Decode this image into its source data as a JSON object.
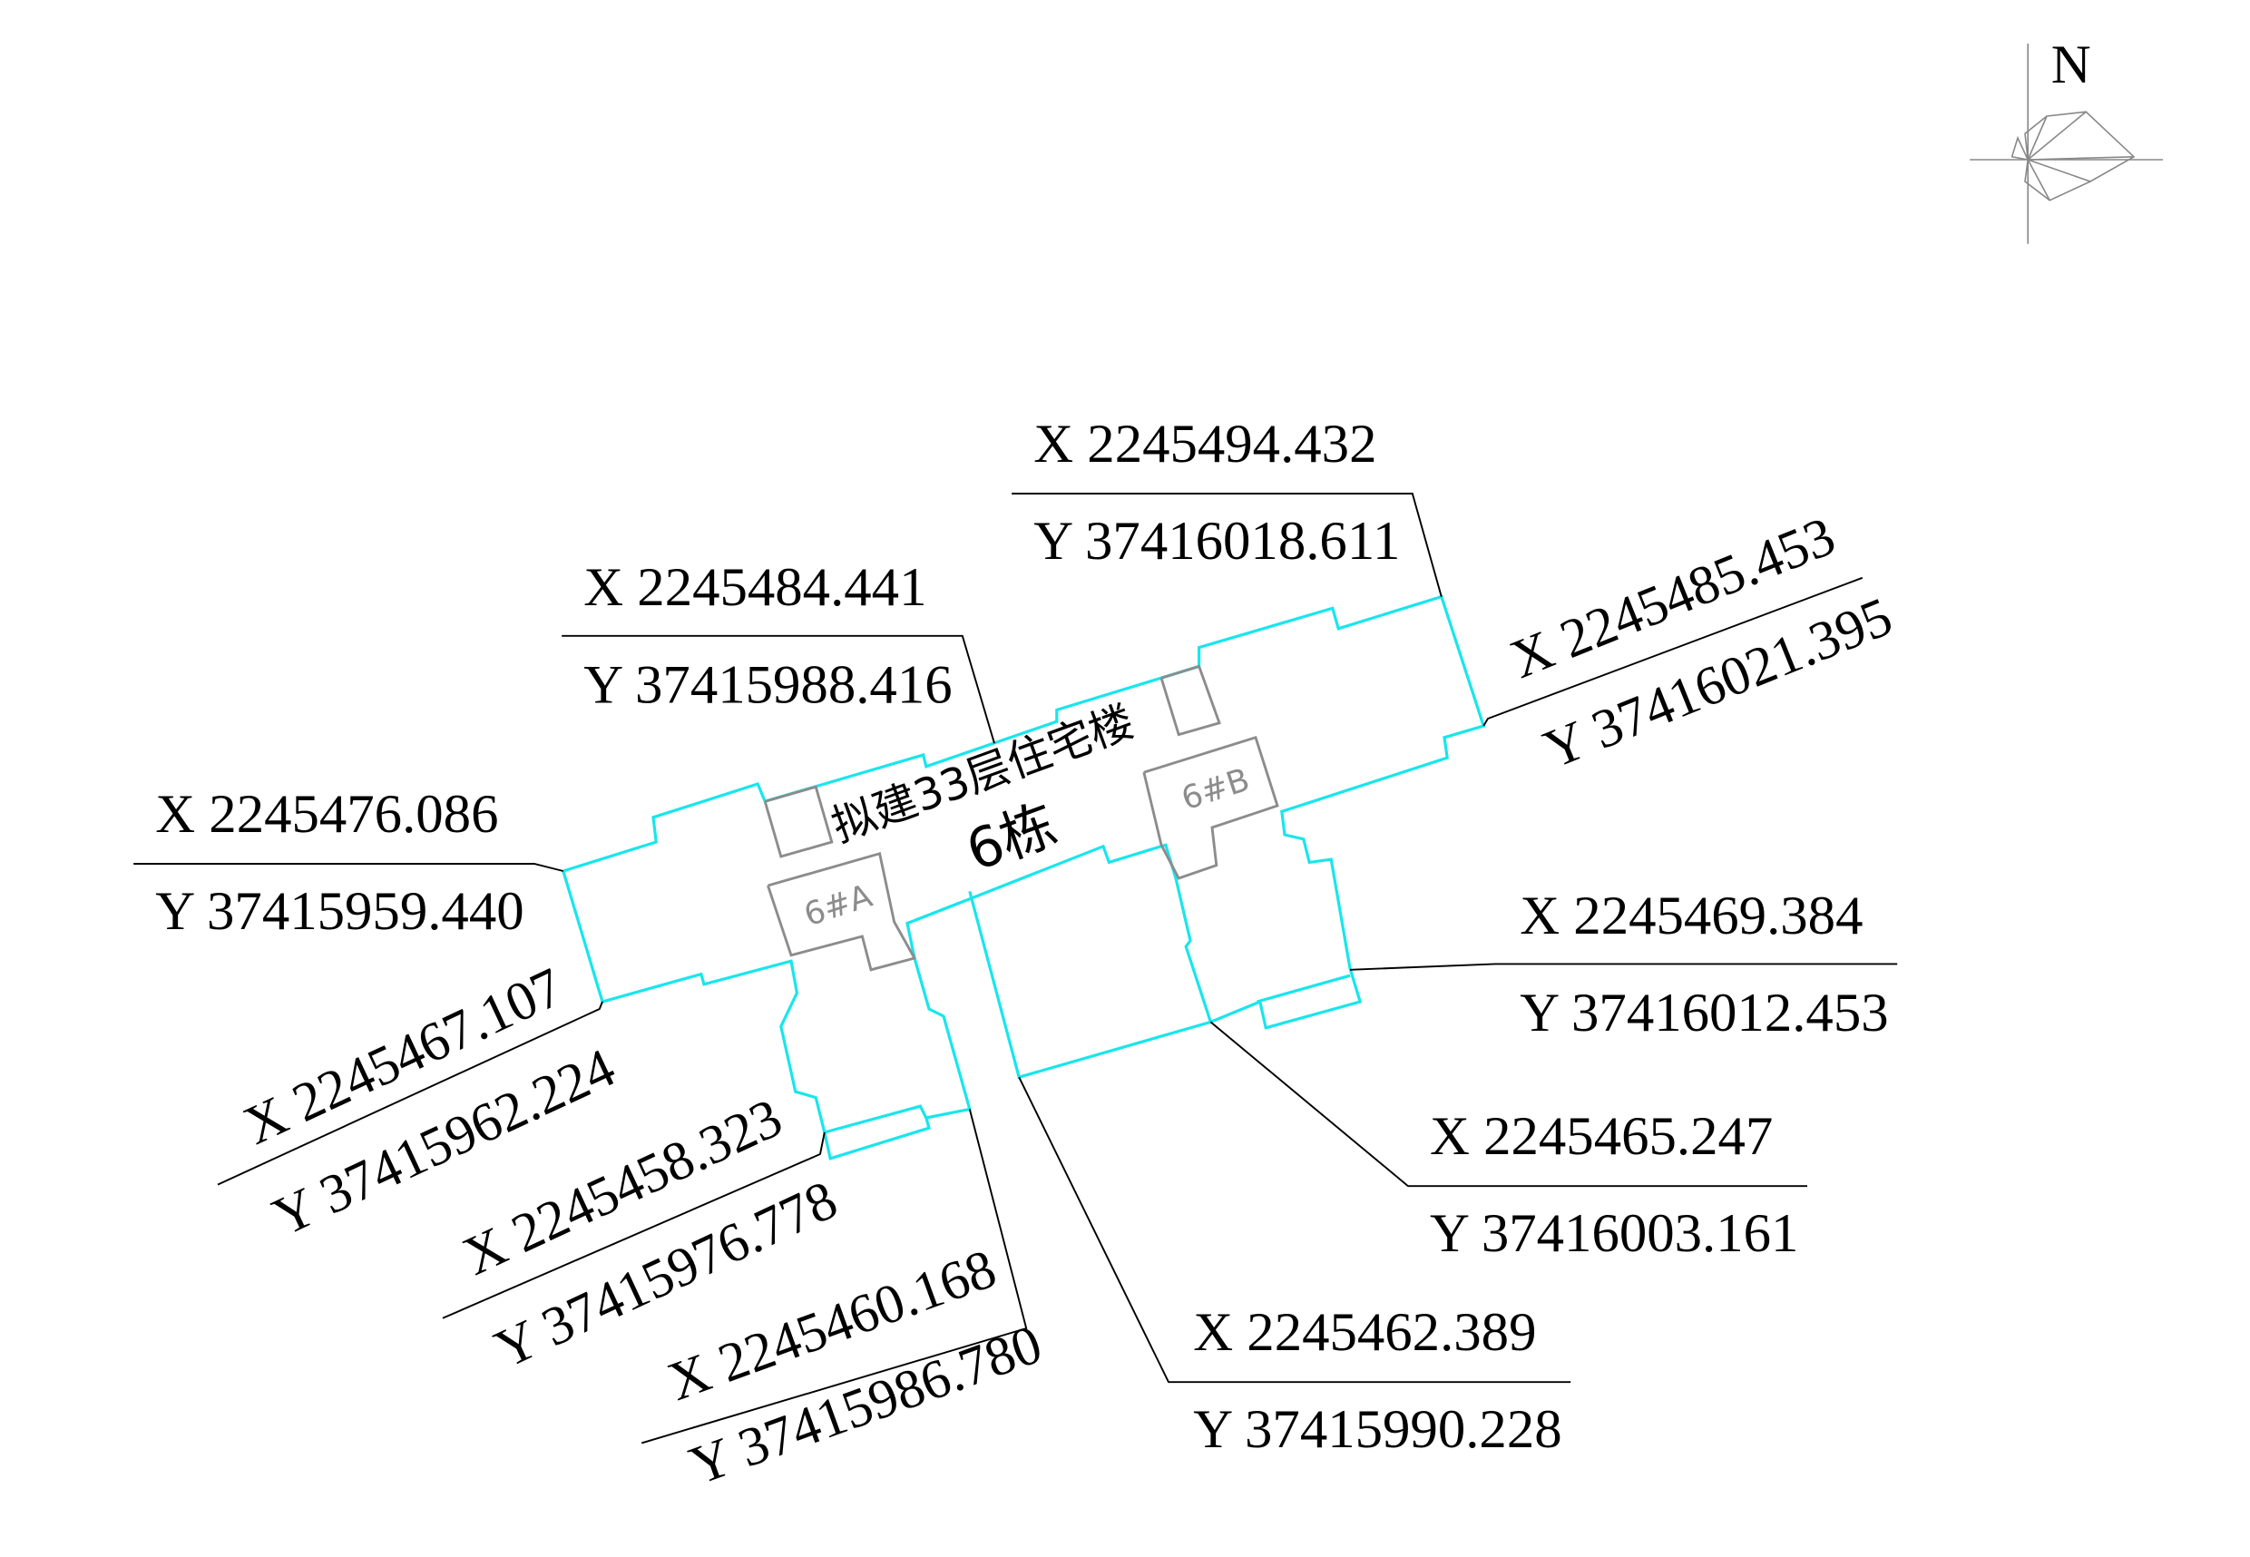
{
  "building": {
    "title": "拟建33层住宅楼",
    "name": "6栋",
    "units": [
      "6#A",
      "6#B"
    ]
  },
  "compass": {
    "north_label": "N"
  },
  "colors": {
    "outline": "#18e6ec",
    "unit_outline": "#8c8c8c",
    "leader": "#000000"
  },
  "points": [
    {
      "x": "X 2245494.432",
      "y": "Y 37416018.611"
    },
    {
      "x": "X 2245484.441",
      "y": "Y 37415988.416"
    },
    {
      "x": "X 2245476.086",
      "y": "Y 37415959.440"
    },
    {
      "x": "X 2245485.453",
      "y": "Y 37416021.395"
    },
    {
      "x": "X 2245469.384",
      "y": "Y 37416012.453"
    },
    {
      "x": "X 2245465.247",
      "y": "Y 37416003.161"
    },
    {
      "x": "X 2245462.389",
      "y": "Y 37415990.228"
    },
    {
      "x": "X 2245467.107",
      "y": "Y 37415962.224"
    },
    {
      "x": "X 2245458.323",
      "y": "Y 37415976.778"
    },
    {
      "x": "X 2245460.168",
      "y": "Y 37415986.780"
    }
  ]
}
